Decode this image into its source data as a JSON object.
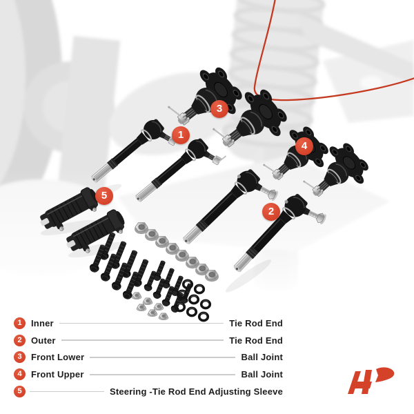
{
  "colors": {
    "accent": "#d5422a",
    "swoosh": "#c43920",
    "text": "#1d1d1d",
    "legend_line": "#cccccc"
  },
  "scene": {
    "callouts": [
      {
        "number": "1",
        "part": "inner-tie-rod-end"
      },
      {
        "number": "2",
        "part": "outer-tie-rod-end"
      },
      {
        "number": "3",
        "part": "front-lower-ball-joint"
      },
      {
        "number": "4",
        "part": "front-upper-ball-joint"
      },
      {
        "number": "5",
        "part": "steering-tie-rod-end-adjusting-sleeve"
      }
    ]
  },
  "legend": {
    "rows": [
      {
        "number": "1",
        "left": "Inner",
        "right": "Tie Rod End"
      },
      {
        "number": "2",
        "left": "Outer",
        "right": "Tie Rod End"
      },
      {
        "number": "3",
        "left": "Front Lower",
        "right": "Ball Joint"
      },
      {
        "number": "4",
        "left": "Front Upper",
        "right": "Ball Joint"
      },
      {
        "number": "5",
        "left": "",
        "right": "Steering -Tie Rod End Adjusting Sleeve"
      }
    ]
  },
  "brand": {
    "logo_icon": "a-premium-monogram"
  }
}
